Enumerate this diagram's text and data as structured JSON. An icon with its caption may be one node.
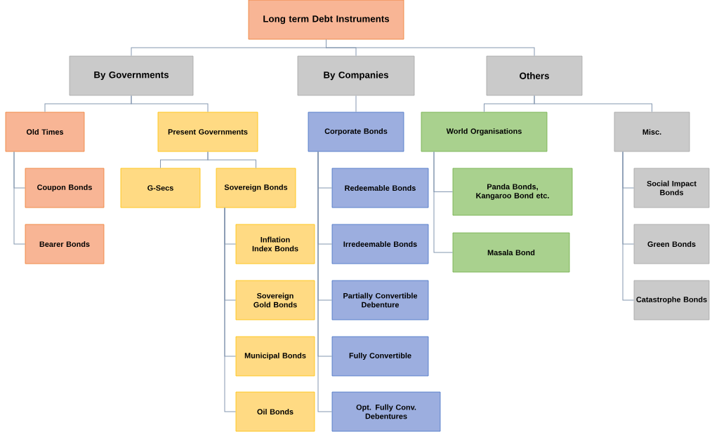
{
  "diagram": {
    "nodes": [
      {
        "text": [
          "Long term Debt Instruments"
        ]
      },
      {
        "text": [
          "By Governments"
        ]
      },
      {
        "text": [
          "By Companies"
        ]
      },
      {
        "text": [
          "Others"
        ]
      },
      {
        "text": [
          "Old Times"
        ]
      },
      {
        "text": [
          "Present Governments"
        ]
      },
      {
        "text": [
          "Coupon Bonds"
        ]
      },
      {
        "text": [
          "Bearer Bonds"
        ]
      },
      {
        "text": [
          "G-Secs"
        ]
      },
      {
        "text": [
          "Sovereign Bonds"
        ]
      },
      {
        "text": [
          "Inflation Index Bonds"
        ]
      },
      {
        "text": [
          "Sovereign Gold Bonds"
        ]
      },
      {
        "text": [
          "Municipal Bonds"
        ]
      },
      {
        "text": [
          "Oil Bonds"
        ]
      },
      {
        "text": [
          "Corporate Bonds"
        ]
      },
      {
        "text": [
          "Redeemable Bonds"
        ]
      },
      {
        "text": [
          "Irredeemable Bonds"
        ]
      },
      {
        "text": [
          "Partially Convertible Debenture"
        ]
      },
      {
        "text": [
          "Fully Convertible"
        ]
      },
      {
        "text": [
          "Opt. Fully Conv. Debentures"
        ]
      },
      {
        "text": [
          "World Organisations"
        ]
      },
      {
        "text": [
          "Panda Bonds, Kangaroo Bond etc."
        ]
      },
      {
        "text": [
          "Masala Bond"
        ]
      },
      {
        "text": [
          "Misc."
        ]
      },
      {
        "text": [
          "Social Impact Bonds"
        ]
      },
      {
        "text": [
          "Green Bonds"
        ]
      },
      {
        "text": [
          "Catastrophe Bonds"
        ]
      }
    ],
    "edges": [
      {
        "from": 0,
        "to": 1,
        "arrow": "none"
      },
      {
        "from": 0,
        "to": 2,
        "arrow": "none"
      },
      {
        "from": 0,
        "to": 3,
        "arrow": "none"
      },
      {
        "from": 1,
        "to": 4,
        "arrow": "none"
      },
      {
        "from": 1,
        "to": 5,
        "arrow": "none"
      },
      {
        "from": 2,
        "to": 14,
        "arrow": "none"
      },
      {
        "from": 3,
        "to": 20,
        "arrow": "none"
      },
      {
        "from": 3,
        "to": 23,
        "arrow": "none"
      },
      {
        "from": 4,
        "to": 6,
        "arrow": "none"
      },
      {
        "from": 4,
        "to": 7,
        "arrow": "none"
      },
      {
        "from": 5,
        "to": 8,
        "arrow": "none"
      },
      {
        "from": 5,
        "to": 9,
        "arrow": "none"
      },
      {
        "from": 9,
        "to": 10,
        "arrow": "none"
      },
      {
        "from": 9,
        "to": 11,
        "arrow": "none"
      },
      {
        "from": 9,
        "to": 12,
        "arrow": "none"
      },
      {
        "from": 9,
        "to": 13,
        "arrow": "none"
      },
      {
        "from": 14,
        "to": 15,
        "arrow": "none"
      },
      {
        "from": 14,
        "to": 16,
        "arrow": "none"
      },
      {
        "from": 14,
        "to": 17,
        "arrow": "none"
      },
      {
        "from": 14,
        "to": 18,
        "arrow": "none"
      },
      {
        "from": 14,
        "to": 19,
        "arrow": "none"
      },
      {
        "from": 20,
        "to": 21,
        "arrow": "none"
      },
      {
        "from": 20,
        "to": 22,
        "arrow": "none"
      },
      {
        "from": 23,
        "to": 24,
        "arrow": "none"
      },
      {
        "from": 23,
        "to": 25,
        "arrow": "none"
      },
      {
        "from": 23,
        "to": 26,
        "arrow": "none"
      }
    ]
  }
}
